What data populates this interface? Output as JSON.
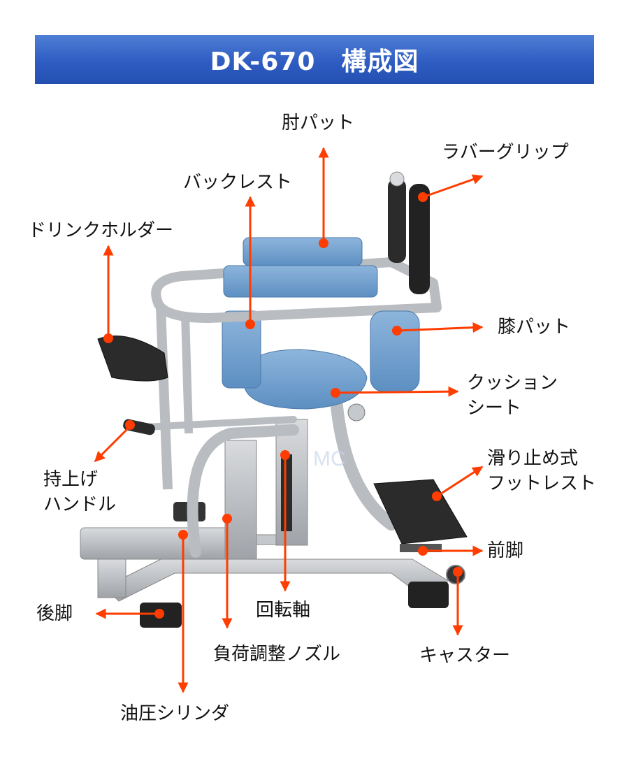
{
  "title": "DK-670　構成図",
  "watermark": "MC",
  "labels": {
    "elbow_pad": "肘パット",
    "rubber_grip": "ラバーグリップ",
    "backrest": "バックレスト",
    "drink_holder": "ドリンクホルダー",
    "knee_pad": "膝パット",
    "cushion_seat": "クッション\nシート",
    "lift_handle": "持上げ\nハンドル",
    "footrest": "滑り止め式\nフットレスト",
    "front_leg": "前脚",
    "rear_leg": "後脚",
    "pivot_shaft": "回転軸",
    "load_nozzle": "負荷調整ノズル",
    "caster": "キャスター",
    "hydraulic_cylinder": "油圧シリンダ"
  },
  "colors": {
    "title_bar": "#2f5cc2",
    "arrow": "#ff3d00",
    "cushion": "#6c9ccc",
    "frame": "#b9bcc0",
    "dark_part": "#2b2b2b"
  }
}
